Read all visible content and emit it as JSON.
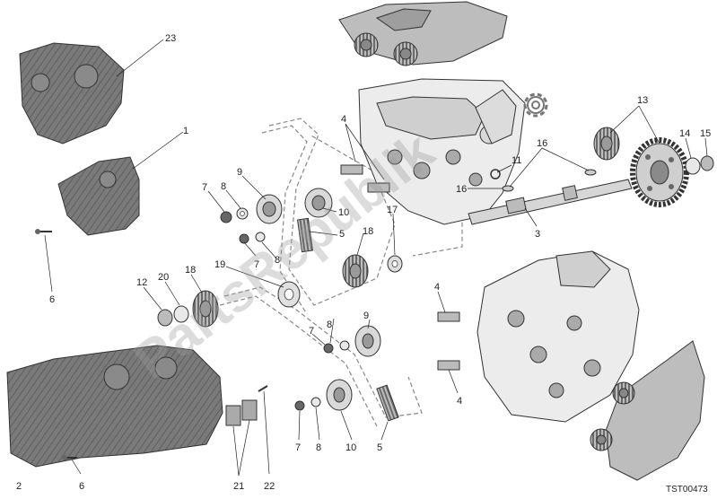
{
  "diagram": {
    "reference_code": "TST00473",
    "watermark_text": "PartsRepublik",
    "watermark_icon": "gear-icon",
    "callouts": [
      {
        "id": "c23",
        "label": "23"
      },
      {
        "id": "c1",
        "label": "1"
      },
      {
        "id": "c6a",
        "label": "6"
      },
      {
        "id": "c4a",
        "label": "4"
      },
      {
        "id": "c9a",
        "label": "9"
      },
      {
        "id": "c8a",
        "label": "8"
      },
      {
        "id": "c7a",
        "label": "7"
      },
      {
        "id": "c10a",
        "label": "10"
      },
      {
        "id": "c7b",
        "label": "7"
      },
      {
        "id": "c8b",
        "label": "8"
      },
      {
        "id": "c5a",
        "label": "5"
      },
      {
        "id": "c17",
        "label": "17"
      },
      {
        "id": "c18a",
        "label": "18"
      },
      {
        "id": "c16a",
        "label": "16"
      },
      {
        "id": "c11",
        "label": "11"
      },
      {
        "id": "c16b",
        "label": "16"
      },
      {
        "id": "c3",
        "label": "3"
      },
      {
        "id": "c13",
        "label": "13"
      },
      {
        "id": "c14",
        "label": "14"
      },
      {
        "id": "c15",
        "label": "15"
      },
      {
        "id": "c12",
        "label": "12"
      },
      {
        "id": "c20",
        "label": "20"
      },
      {
        "id": "c18b",
        "label": "18"
      },
      {
        "id": "c19",
        "label": "19"
      },
      {
        "id": "c9b",
        "label": "9"
      },
      {
        "id": "c8c",
        "label": "8"
      },
      {
        "id": "c7c",
        "label": "7"
      },
      {
        "id": "c4b",
        "label": "4"
      },
      {
        "id": "c4c",
        "label": "4"
      },
      {
        "id": "c7d",
        "label": "7"
      },
      {
        "id": "c8d",
        "label": "8"
      },
      {
        "id": "c10b",
        "label": "10"
      },
      {
        "id": "c5b",
        "label": "5"
      },
      {
        "id": "c2",
        "label": "2"
      },
      {
        "id": "c6b",
        "label": "6"
      },
      {
        "id": "c21",
        "label": "21"
      },
      {
        "id": "c22",
        "label": "22"
      }
    ]
  }
}
